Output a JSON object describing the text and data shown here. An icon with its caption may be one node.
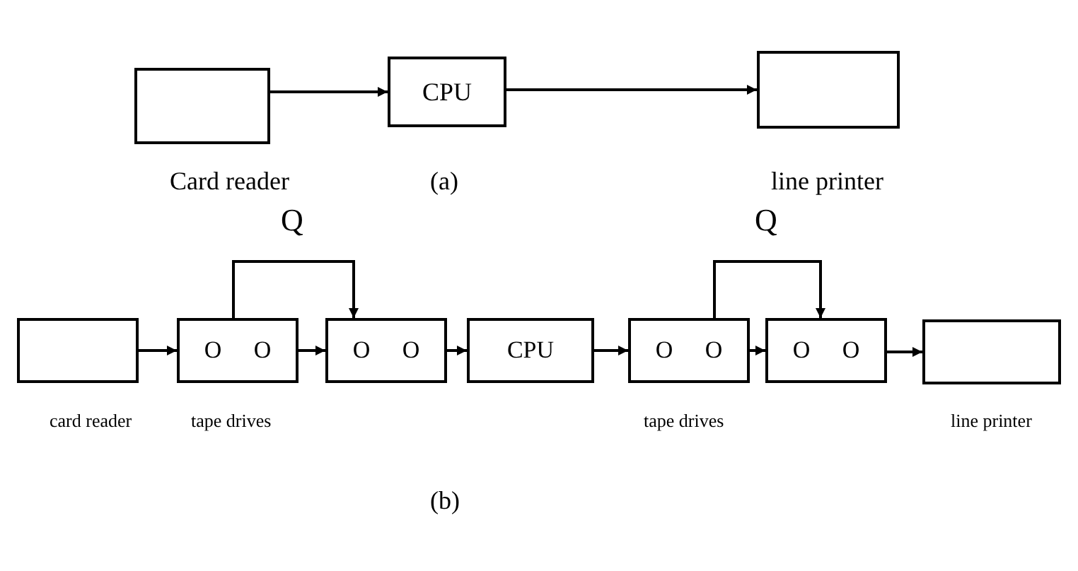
{
  "diagram": {
    "nodes": [
      {
        "text": [],
        "shape": "box",
        "beside": [
          "Card reader"
        ]
      },
      {
        "text": [
          "CPU"
        ]
      },
      {
        "text": [],
        "shape": "box",
        "beside": [
          "line printer"
        ]
      },
      {
        "text": [],
        "shape": "box",
        "beside": [
          "card reader"
        ]
      },
      {
        "text": [
          "O",
          "O"
        ],
        "beside": [
          "tape drives"
        ]
      },
      {
        "text": [
          "O",
          "O"
        ]
      },
      {
        "text": [
          "CPU"
        ]
      },
      {
        "text": [
          "O",
          "O"
        ],
        "beside": [
          "tape drives"
        ]
      },
      {
        "text": [
          "O",
          "O"
        ]
      },
      {
        "text": [],
        "shape": "box",
        "beside": [
          "line printer"
        ]
      }
    ],
    "edges": [
      {
        "from": 0,
        "to": 1,
        "arrow": "to"
      },
      {
        "from": 1,
        "to": 2,
        "arrow": "to"
      },
      {
        "from": 3,
        "to": 4,
        "arrow": "to"
      },
      {
        "from": 4,
        "to": 5,
        "arrow": "to"
      },
      {
        "from": 4,
        "to": 5,
        "arrow": "to",
        "label": "Q"
      },
      {
        "from": 5,
        "to": 6,
        "arrow": "to"
      },
      {
        "from": 6,
        "to": 7,
        "arrow": "to"
      },
      {
        "from": 7,
        "to": 8,
        "arrow": "to"
      },
      {
        "from": 7,
        "to": 8,
        "arrow": "to",
        "label": "Q"
      },
      {
        "from": 8,
        "to": 9,
        "arrow": "to"
      }
    ],
    "labels": [
      "(a)",
      "(b)"
    ]
  }
}
